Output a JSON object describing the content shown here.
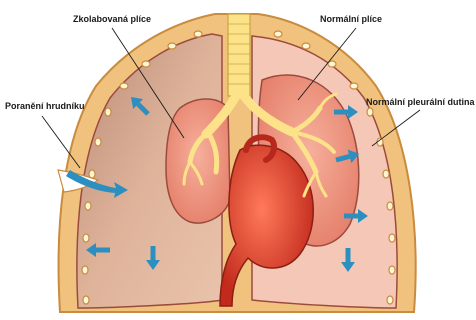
{
  "labels": {
    "collapsed_lung": "Zkolabovaná plíce",
    "normal_lung": "Normální plíce",
    "chest_wound": "Poranění hrudníku",
    "pleural_cavity": "Normální pleurální dutina"
  },
  "colors": {
    "chest_wall": "#f0c27e",
    "chest_wall_edge": "#c98b3e",
    "collapsed_cavity": "#dcae96",
    "normal_cavity": "#f5c7b6",
    "lung": "#ee9a85",
    "lung_edge": "#9b4b3e",
    "bronchi": "#fce38a",
    "heart": "#e8452f",
    "arrow": "#2d8fbf",
    "leader": "#1a1a1a"
  },
  "icons": [
    "arrow-icon"
  ]
}
